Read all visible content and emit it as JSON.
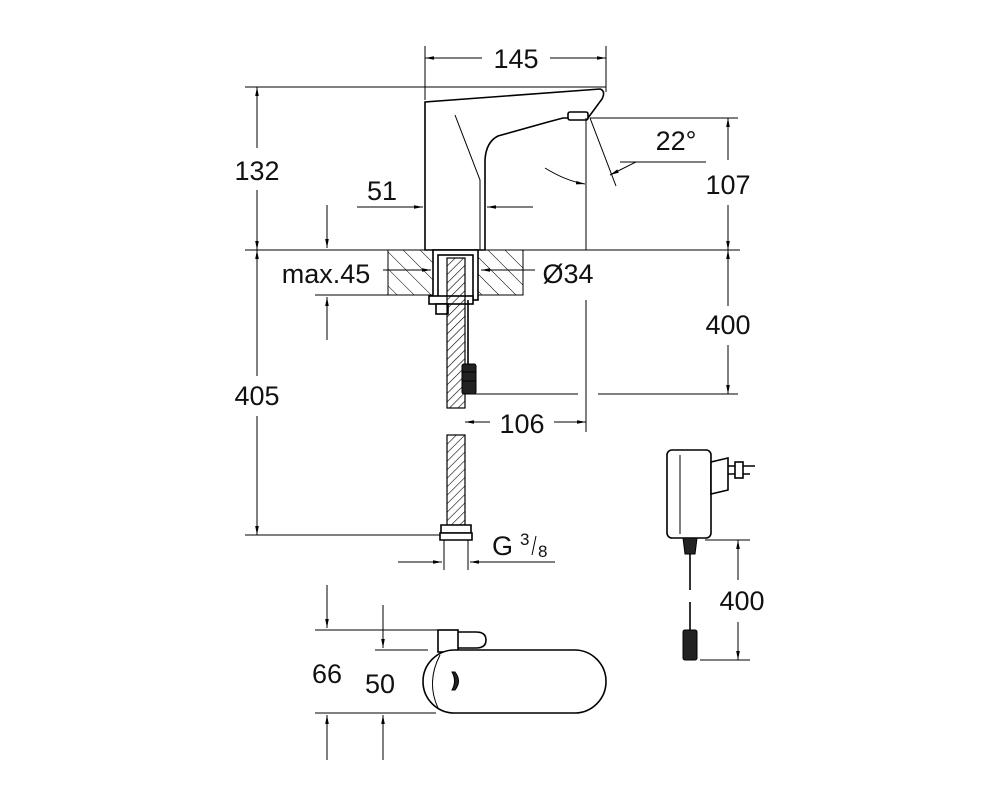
{
  "dimensions": {
    "spout_width": "145",
    "total_height": "132",
    "spout_height": "107",
    "spray_angle": "22°",
    "body_width": "51",
    "deck_thickness": "max.45",
    "hole_diameter": "Ø34",
    "hose_length": "405",
    "cable_length": "400",
    "spout_reach": "106",
    "thread_main": "G",
    "thread_num": "3",
    "thread_den": "8",
    "adapter_cable": "400",
    "top_view_outer": "66",
    "top_view_inner": "50"
  },
  "icons": {
    "faucet": "faucet-side-view",
    "adapter": "power-adapter-plug",
    "top": "faucet-top-view"
  }
}
